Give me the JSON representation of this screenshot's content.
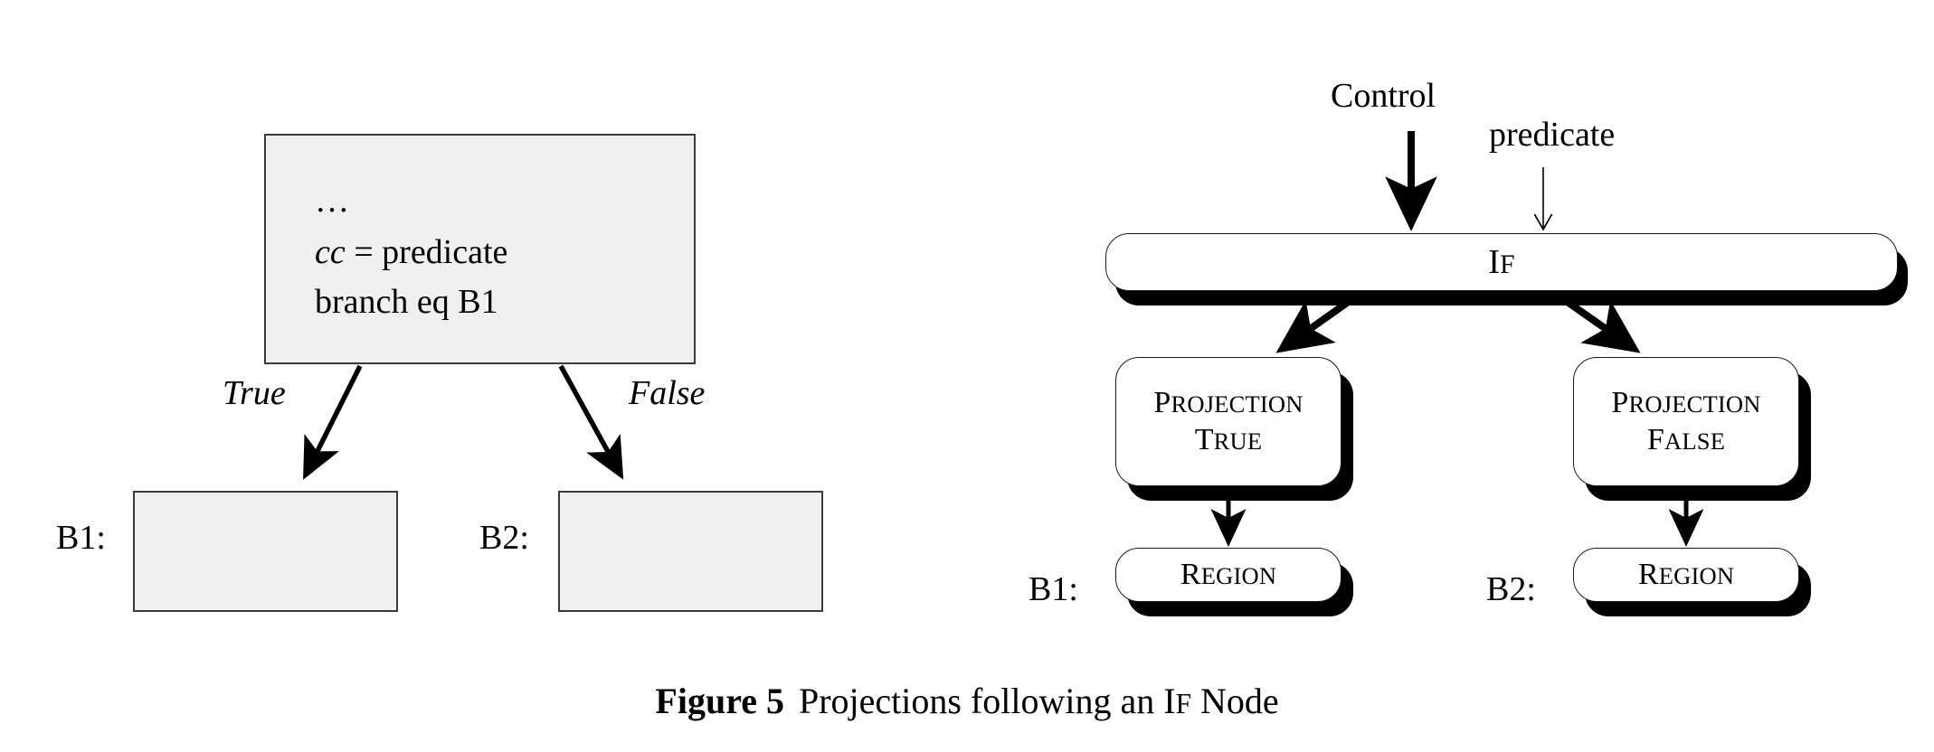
{
  "figure": {
    "caption_bold": "Figure 5",
    "caption_rest_before": "Projections following an ",
    "caption_smallcaps_big": "I",
    "caption_smallcaps_small": "F",
    "caption_rest_after": " Node"
  },
  "left_panel": {
    "name": "control-flow-graph",
    "code_block": {
      "line1": "…",
      "line2_var": "cc",
      "line2_rest": " = predicate",
      "line3": "branch eq B1"
    },
    "edges": [
      {
        "label": "True",
        "from": "code-block",
        "to": "block-b1"
      },
      {
        "label": "False",
        "from": "code-block",
        "to": "block-b2"
      }
    ],
    "blocks": [
      {
        "label": "B1:",
        "name": "block-b1"
      },
      {
        "label": "B2:",
        "name": "block-b2"
      }
    ]
  },
  "right_panel": {
    "name": "sea-of-nodes-graph",
    "inputs": [
      {
        "label": "Control",
        "arrow": "thick-filled-arrow"
      },
      {
        "label": "predicate",
        "arrow": "thin-open-arrow"
      }
    ],
    "nodes": [
      {
        "name": "if-node",
        "text_big": "I",
        "text_small": "F",
        "line2_big": "",
        "line2_small": ""
      },
      {
        "name": "projection-true-node",
        "text_big": "P",
        "text_small": "ROJECTION",
        "line2_big": "T",
        "line2_small": "RUE"
      },
      {
        "name": "projection-false-node",
        "text_big": "P",
        "text_small": "ROJECTION",
        "line2_big": "F",
        "line2_small": "ALSE"
      },
      {
        "name": "region-node-b1",
        "text_big": "R",
        "text_small": "EGION",
        "line2_big": "",
        "line2_small": ""
      },
      {
        "name": "region-node-b2",
        "text_big": "R",
        "text_small": "EGION",
        "line2_big": "",
        "line2_small": ""
      }
    ],
    "block_labels": [
      {
        "label": "B1:",
        "name": "region-label-b1"
      },
      {
        "label": "B2:",
        "name": "region-label-b2"
      }
    ]
  },
  "colors": {
    "page_background": "#ffffff",
    "cfg_box_fill": "#f0f0f0",
    "cfg_box_border": "#3a3a3a",
    "node_fill": "#ffffff",
    "node_border": "#1a1a1a",
    "node_shadow": "#000000",
    "text": "#000000"
  }
}
